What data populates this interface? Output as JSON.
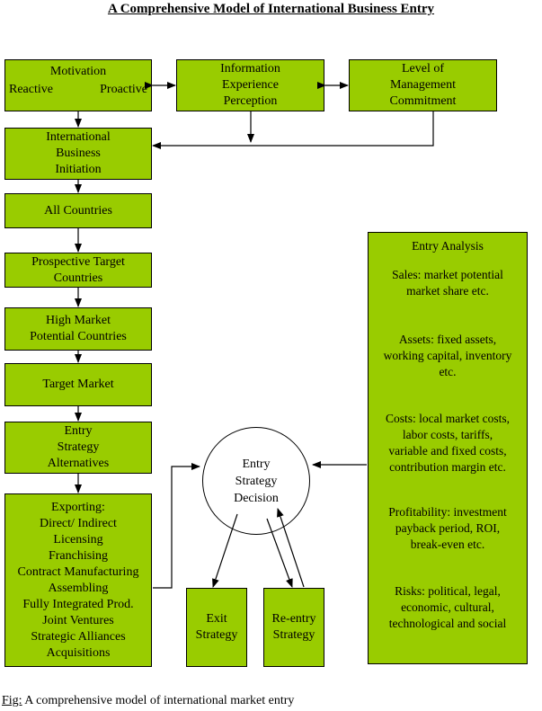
{
  "title": "A Comprehensive Model  of International Business Entry",
  "motivation": {
    "label": "Motivation",
    "reactive": "Reactive",
    "proactive": "Proactive"
  },
  "information": {
    "lines": [
      "Information",
      "Experience",
      "Perception"
    ]
  },
  "management": {
    "lines": [
      "Level of",
      "Management",
      "Commitment"
    ]
  },
  "initiation": {
    "lines": [
      "International",
      "Business",
      "Initiation"
    ]
  },
  "all_countries": {
    "lines": [
      "All Countries"
    ]
  },
  "prospective": {
    "lines": [
      "Prospective Target",
      "Countries"
    ]
  },
  "high_market": {
    "lines": [
      "High Market",
      "Potential Countries"
    ]
  },
  "target_market": {
    "lines": [
      "Target Market"
    ]
  },
  "entry_alternatives": {
    "lines": [
      "Entry",
      "Strategy",
      "Alternatives"
    ]
  },
  "modes": {
    "lines": [
      "Exporting:",
      "Direct/ Indirect",
      "Licensing",
      "Franchising",
      "Contract Manufacturing",
      "Assembling",
      "Fully Integrated Prod.",
      "Joint Ventures",
      "Strategic Alliances",
      "Acquisitions"
    ]
  },
  "decision": {
    "lines": [
      "Entry",
      "Strategy",
      "Decision"
    ]
  },
  "exit": {
    "lines": [
      "Exit",
      "Strategy"
    ]
  },
  "reentry": {
    "lines": [
      "Re-entry",
      "Strategy"
    ]
  },
  "analysis": {
    "heading": "Entry Analysis",
    "sections": [
      {
        "lines": [
          "Sales: market potential",
          "market share etc."
        ]
      },
      {
        "lines": [
          "Assets: fixed assets,",
          "working capital, inventory",
          "etc."
        ]
      },
      {
        "lines": [
          "Costs: local market costs,",
          "labor costs, tariffs,",
          "variable and fixed costs,",
          "contribution margin etc."
        ]
      },
      {
        "lines": [
          "Profitability: investment",
          "payback period, ROI,",
          "break-even etc."
        ]
      },
      {
        "lines": [
          "Risks: political, legal,",
          "economic, cultural,",
          "technological and social"
        ]
      }
    ]
  },
  "caption": {
    "fig_label": "Fig:",
    "text": " A comprehensive model of international market entry"
  },
  "colors": {
    "box_fill": "#99cc00",
    "line": "#000000"
  }
}
